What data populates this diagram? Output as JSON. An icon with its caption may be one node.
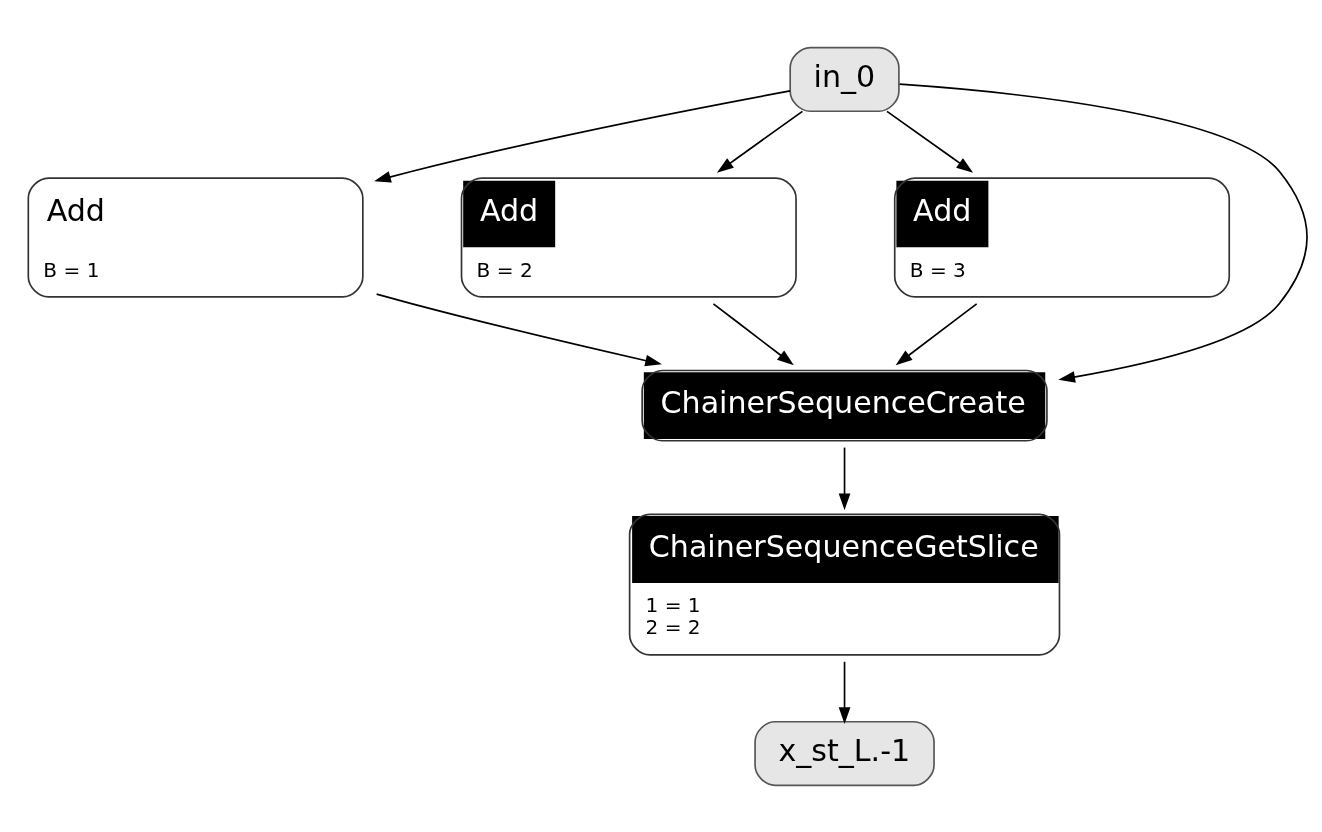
{
  "diagram": {
    "nodes": [
      {
        "text": [
          "in_0"
        ]
      },
      {
        "text": [
          "Add",
          "B = 1"
        ]
      },
      {
        "text": [
          "Add",
          "B = 2"
        ]
      },
      {
        "text": [
          "Add",
          "B = 3"
        ]
      },
      {
        "text": [
          "ChainerSequenceCreate"
        ]
      },
      {
        "text": [
          "ChainerSequenceGetSlice",
          "1 = 1",
          "2 = 2"
        ]
      },
      {
        "text": [
          "x_st_L.-1"
        ]
      }
    ],
    "edges": [
      {
        "from": 0,
        "to": 4,
        "arrow": "to"
      },
      {
        "from": 0,
        "to": 1,
        "arrow": "to"
      },
      {
        "from": 0,
        "to": 2,
        "arrow": "to"
      },
      {
        "from": 0,
        "to": 3,
        "arrow": "to"
      },
      {
        "from": 1,
        "to": 4,
        "arrow": "to"
      },
      {
        "from": 2,
        "to": 4,
        "arrow": "to"
      },
      {
        "from": 3,
        "to": 4,
        "arrow": "to"
      },
      {
        "from": 4,
        "to": 5,
        "arrow": "to"
      },
      {
        "from": 5,
        "to": 6,
        "arrow": "to"
      }
    ]
  }
}
